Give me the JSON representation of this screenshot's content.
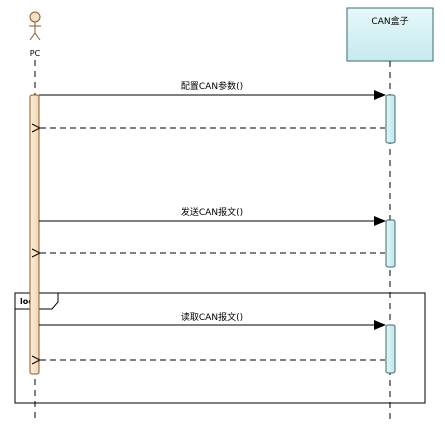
{
  "participants": {
    "pc": {
      "name": "PC",
      "kind": "actor"
    },
    "can_box": {
      "name": "CAN盒子",
      "kind": "lifeline"
    }
  },
  "messages": [
    {
      "label": "配置CAN参数()",
      "from": "PC",
      "to": "CAN盒子",
      "reply": true
    },
    {
      "label": "发送CAN报文()",
      "from": "PC",
      "to": "CAN盒子",
      "reply": true
    },
    {
      "label": "读取CAN报文()",
      "from": "PC",
      "to": "CAN盒子",
      "reply": true
    }
  ],
  "fragment": {
    "operator": "loop"
  },
  "colors": {
    "actor_fill": "#f2e0c4",
    "actor_stroke": "#8b5a2b",
    "box_fill": "#d3f0f2",
    "box_stroke": "#3a6b70",
    "activation_pc_fill": "#f5e1c4",
    "activation_can_fill": "#cdeef1",
    "line": "#000000"
  }
}
